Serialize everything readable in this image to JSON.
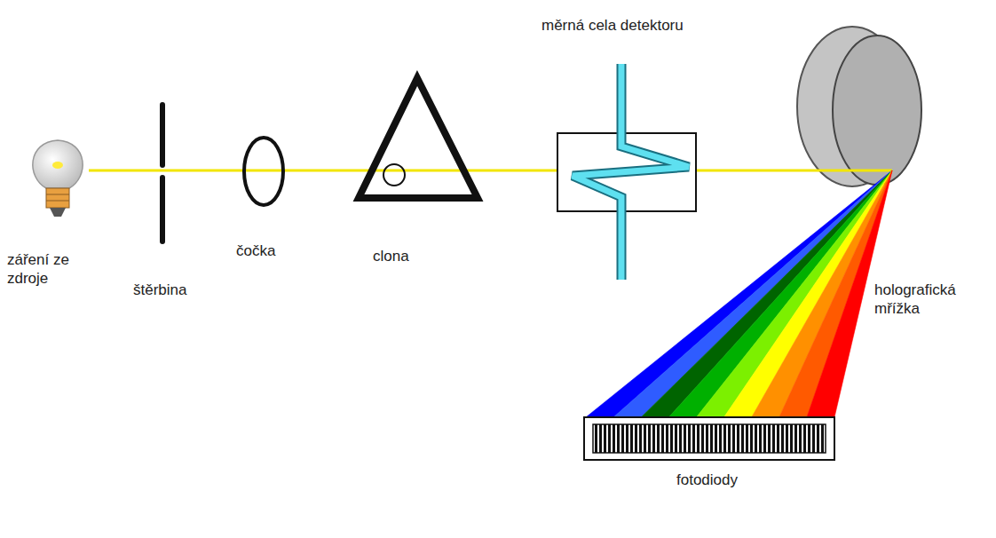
{
  "diagram": {
    "labels": [
      "záření ze zdroje",
      "štěrbina",
      "čočka",
      "clona",
      "měrná cela detektoru",
      "holografická mřížka",
      "fotodiody"
    ]
  }
}
